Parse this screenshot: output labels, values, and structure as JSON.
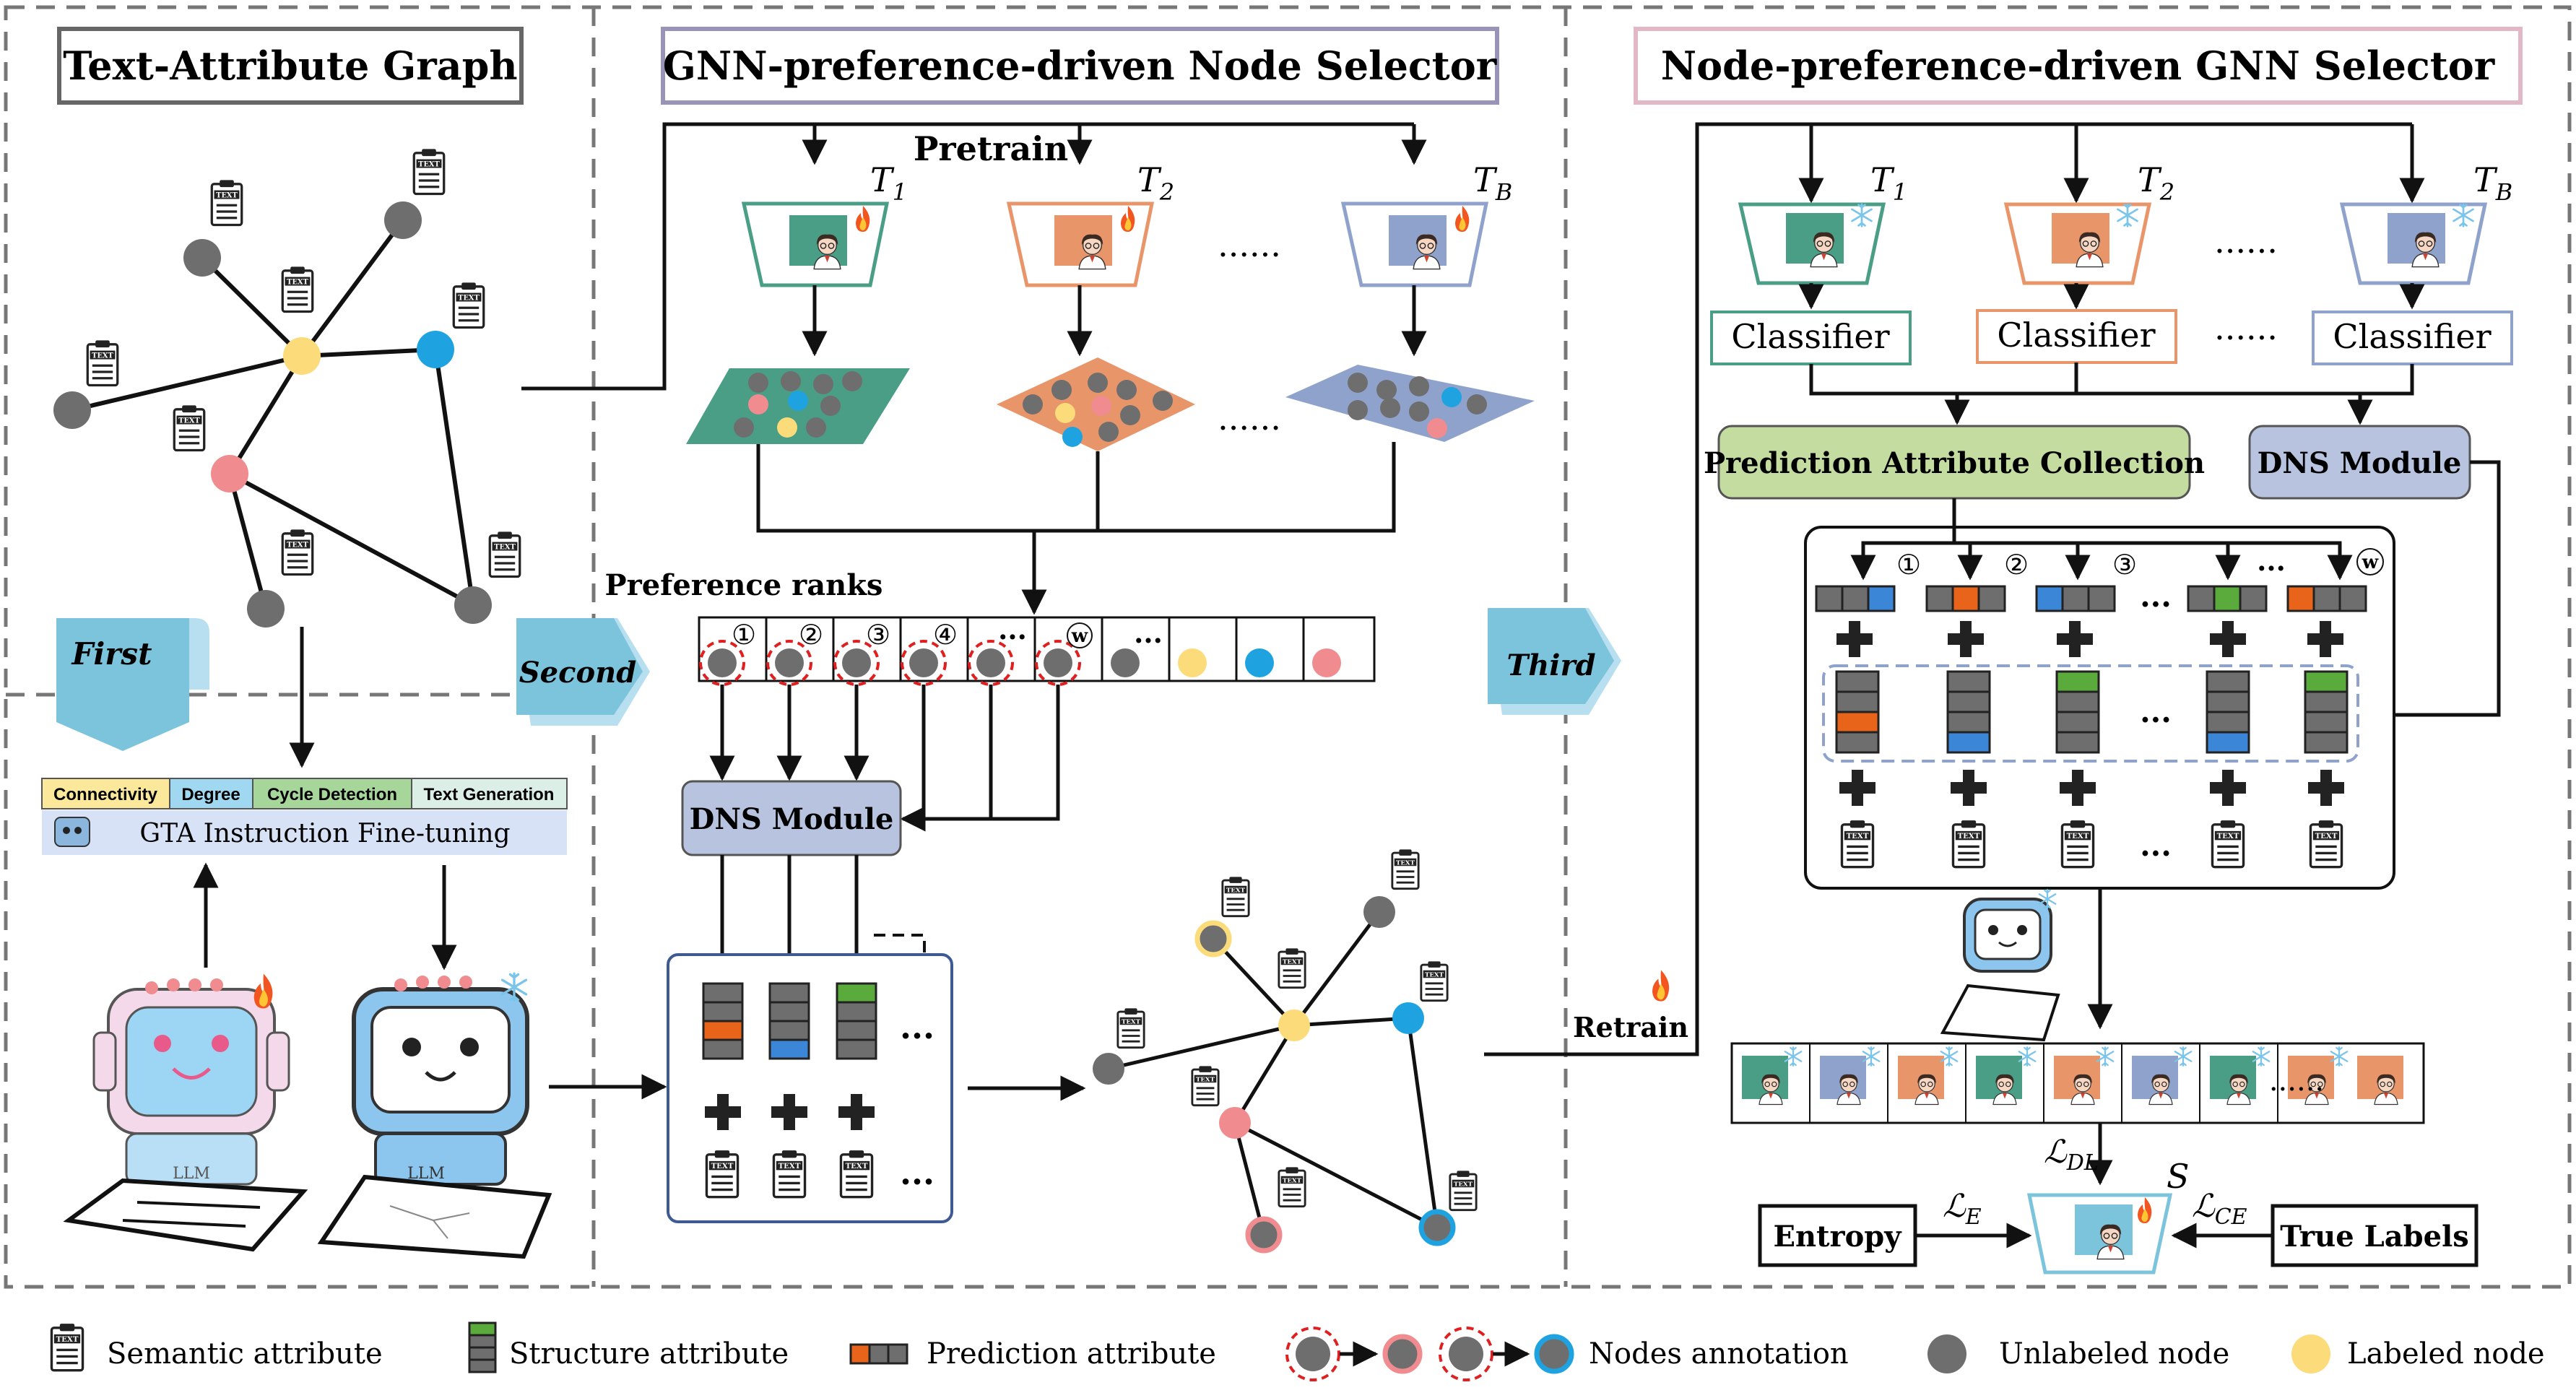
{
  "colors": {
    "green": "#4a9e85",
    "orange": "#e8956a",
    "blue_gray": "#8fa2cc",
    "node_gray": "#6e6e6e",
    "node_yellow": "#fbdb7a",
    "node_blue": "#1ea3e0",
    "node_pink": "#f08c90",
    "dns_box": "#b8c3e0",
    "pac_box": "#c5dca0",
    "tab_blue": "#7cc4dc",
    "dashed_red": "#e02020"
  },
  "panels": {
    "left_title": "Text-Attribute Graph",
    "middle_title": "GNN-preference-driven Node Selector",
    "right_title": "Node-preference-driven GNN Selector"
  },
  "steps": {
    "first": "First",
    "second": "Second",
    "third": "Third"
  },
  "tasks": {
    "connectivity": "Connectivity",
    "degree": "Degree",
    "cycle_detection": "Cycle Detection",
    "text_generation": "Text Generation"
  },
  "gta_label": "GTA Instruction Fine-tuning",
  "llm_label": "LLM",
  "middle": {
    "pretrain": "Pretrain",
    "preference_ranks": "Preference ranks",
    "dns_module": "DNS Module",
    "dots": "......",
    "ellipsis": "...",
    "rank_marks": [
      "①",
      "②",
      "③",
      "④",
      "...",
      "w"
    ]
  },
  "models": {
    "t1": "T",
    "t1_sub": "1",
    "t2": "T",
    "t2_sub": "2",
    "tb": "T",
    "tb_sub": "B"
  },
  "right": {
    "classifier": "Classifier",
    "prediction_attribute_collection": "Prediction Attribute Collection",
    "dns_module": "DNS Module",
    "retrain": "Retrain",
    "entropy": "Entropy",
    "true_labels": "True Labels",
    "loss_dl": "ℒ",
    "loss_dl_sub": "DL",
    "loss_e": "ℒ",
    "loss_e_sub": "E",
    "loss_ce": "ℒ",
    "loss_ce_sub": "CE",
    "s_label": "S",
    "dots": "......",
    "rank_marks": [
      "①",
      "②",
      "③",
      "...",
      "w"
    ]
  },
  "legend": {
    "semantic": "Semantic attribute",
    "structure": "Structure attribute",
    "prediction": "Prediction attribute",
    "annotation": "Nodes annotation",
    "unlabeled": "Unlabeled node",
    "labeled": "Labeled node"
  },
  "text_icon": "TEXT"
}
